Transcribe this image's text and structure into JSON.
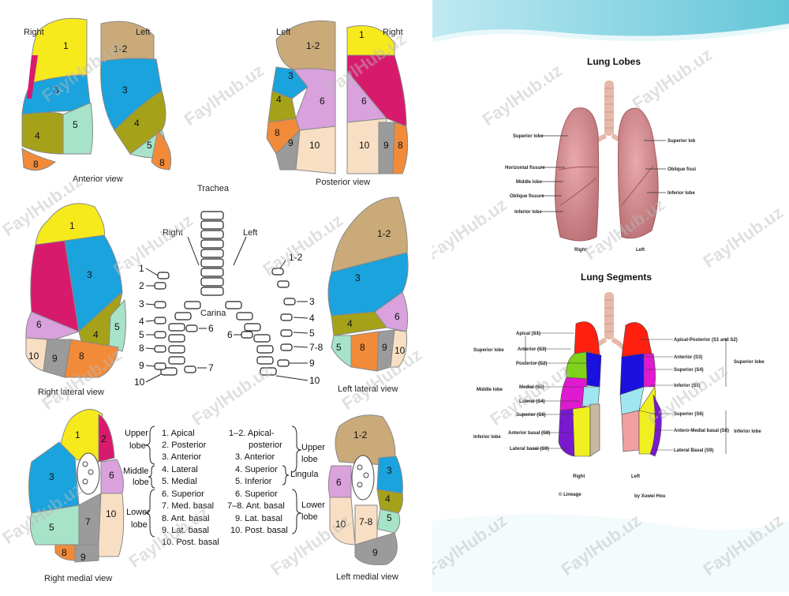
{
  "left": {
    "anterior": {
      "right": "Right",
      "left": "Left",
      "caption": "Anterior view"
    },
    "posterior": {
      "left": "Left",
      "right": "Right",
      "caption": "Posterior view"
    },
    "rlateral": {
      "caption": "Right lateral view"
    },
    "llateral": {
      "caption": "Left lateral view"
    },
    "rmedial": {
      "caption": "Right medial view"
    },
    "lmedial": {
      "caption": "Left medial view"
    },
    "tree": {
      "trachea": "Trachea",
      "right": "Right",
      "left": "Left",
      "carina": "Carina"
    },
    "nums": {
      "n1": "1",
      "n2": "2",
      "n3": "3",
      "n4": "4",
      "n5": "5",
      "n6": "6",
      "n7": "7",
      "n8": "8",
      "n9": "9",
      "n10": "10",
      "n12": "1-2",
      "n78": "7-8"
    },
    "legend": {
      "upper_lobe": "Upper\nlobe",
      "middle_lobe": "Middle\nlobe",
      "lower_lobe": "Lower\nlobe",
      "right_items": [
        "1. Apical",
        "2. Posterior",
        "3. Anterior",
        "4. Lateral",
        "5. Medial",
        "6. Superior",
        "7. Med. basal",
        "8. Ant. basal",
        "9. Lat. basal",
        "10. Post. basal"
      ],
      "left_items": [
        "1–2. Apical-",
        "posterior",
        "3. Anterior",
        "4. Superior",
        "5. Inferior",
        "6. Superior",
        "7–8. Ant. basal",
        "9. Lat. basal",
        "10. Post. basal"
      ],
      "upper_lobe_r": "Upper lobe",
      "lingula": "Lingula",
      "lower_lobe_r": "Lower lobe"
    }
  },
  "right": {
    "lobes_title": "Lung Lobes",
    "lobes_labels": {
      "superior_lobe": "Superior lobe",
      "horizontal_fissure": "Horizontal fissure",
      "middle_lobe": "Middle lobe",
      "oblique_fissure": "Oblique fissure",
      "inferior_lobe": "Inferior lobe",
      "superior_lob_r": "Superior lob",
      "oblique_fissu_r": "Oblique fissi",
      "inferior_lobe_r": "Inferior lobe",
      "right": "Right",
      "left": "Left"
    },
    "segments_title": "Lung Segments",
    "seg_labels": {
      "superior_lobe": "Superior lobe",
      "middle_lobe": "Middle lobe",
      "inferior_lobe": "Inferior lobe",
      "apical": "Apical (S1)",
      "anterior": "Anterior (S3)",
      "posterior": "Posterior (S2)",
      "medial": "Medial (S5)",
      "lateral": "Lateral (S4)",
      "superior": "Superior (S6)",
      "anterior_basal": "Anterior basal (S8)",
      "lateral_basal": "Lateral basal (S9)",
      "apical_posterior_r": "Apical-Posterior (S1 and S2)",
      "anterior_r": "Anterior (S3)",
      "superior_r": "Superior (S4)",
      "inferior_r": "Inferior (S5)",
      "superior_s6_r": "Superior (S6)",
      "anteromedial_r": "Antero-Medial basal (S8)",
      "lateral_basal_r": "Lateral Basal (S9)",
      "superior_lobe_r": "Superior lobe",
      "inferior_lobe_r": "Inferior lobe",
      "right": "Right",
      "left": "Left",
      "credit_l": "© Lineage",
      "credit_r": "by Xuwei Hou"
    }
  },
  "watermark": "FaylHub.uz",
  "colors": {
    "yellow": "#f7ea1c",
    "tan": "#c9aa78",
    "blue": "#1aa3dd",
    "olive": "#a5a21a",
    "mint": "#a7e3c9",
    "orange": "#f18b3a",
    "magenta": "#d81a6d",
    "lilac": "#d9a2dc",
    "grey": "#9b9b9b",
    "cream": "#f8dfc4"
  }
}
